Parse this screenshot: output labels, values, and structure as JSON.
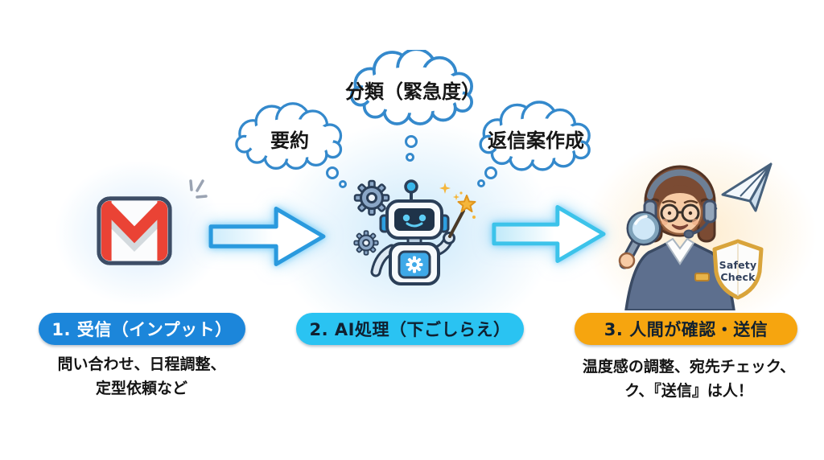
{
  "diagram": {
    "thought_clouds": [
      {
        "label": "要約"
      },
      {
        "label": "分類（緊急度）"
      },
      {
        "label": "返信案作成"
      }
    ],
    "steps": [
      {
        "label": "1. 受信（インプット）",
        "description_lines": [
          "問い合わせ、日程調整、",
          "定型依頼など"
        ],
        "pill_color": "#1c86da",
        "label_color": "#ffffff",
        "icon": "gmail-envelope-icon"
      },
      {
        "label": "2. AI処理（下ごしらえ）",
        "description_lines": [],
        "pill_color": "#2ac3f2",
        "label_color": "#102030",
        "icon": "ai-robot-icon"
      },
      {
        "label": "3. 人間が確認・送信",
        "description_lines": [
          "温度感の調整、宛先チェック、",
          "ク、『送信』は人！"
        ],
        "pill_color": "#f6a50f",
        "label_color": "#102030",
        "icon": "human-reviewer-icon"
      }
    ],
    "safety_badge": {
      "line1": "Safety",
      "line2": "Check"
    },
    "colors": {
      "cloud_outline": "#3489cc",
      "arrow_1_outline": "#2a9ade",
      "arrow_2_outline": "#3cc3ea",
      "gmail_red": "#ea4335",
      "shield_gold": "#d9a43b",
      "robot_blue": "#3fa9e8"
    }
  }
}
